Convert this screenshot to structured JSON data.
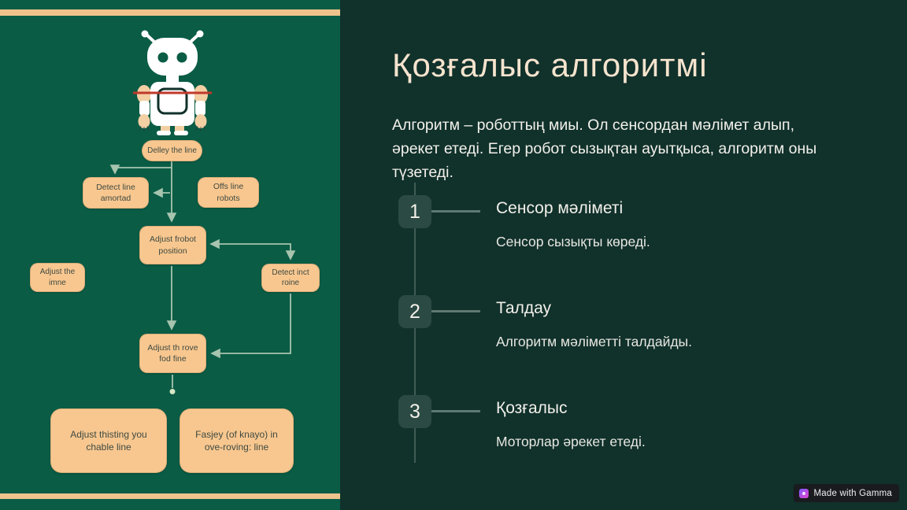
{
  "slide": {
    "title": "Қозғалыс алгоритмі",
    "description": "Алгоритм – роботтың миы. Ол сенсордан мәлімет алып, әрекет етеді. Егер робот сызықтан ауытқыса, алгоритм оны түзетеді."
  },
  "steps": [
    {
      "number": "1",
      "title": "Сенсор мәліметі",
      "description": "Сенсор сызықты көреді."
    },
    {
      "number": "2",
      "title": "Талдау",
      "description": "Алгоритм мәліметті талдайды."
    },
    {
      "number": "3",
      "title": "Қозғалыс",
      "description": "Моторлар әрекет етеді."
    }
  ],
  "flowchart": {
    "nodes": [
      {
        "label": "Delley the line"
      },
      {
        "label": "Detect line amortad"
      },
      {
        "label": "Offs line robots"
      },
      {
        "label": "Adjust frobot position"
      },
      {
        "label": "Adjust the imne"
      },
      {
        "label": "Detect inct roine"
      },
      {
        "label": "Adjust th rove fod fine"
      },
      {
        "label": "Adjust thisting you chable line"
      },
      {
        "label": "Fasjey (of knayo) in ove-roving: line"
      }
    ]
  },
  "badge": {
    "label": "Made with Gamma"
  },
  "icons": {
    "robot": "robot-illustration",
    "gamma_logo": "gamma-logo-icon"
  },
  "colors": {
    "left_panel_bg": "#0A5C45",
    "right_panel_bg": "#11312B",
    "accent_tan": "#EFC38C",
    "node_fill": "#F8C78F",
    "title_text": "#F6E4CE",
    "connector_line": "#A7C4AE",
    "red_line": "#C0392B",
    "step_box_bg": "#2B4A44"
  }
}
